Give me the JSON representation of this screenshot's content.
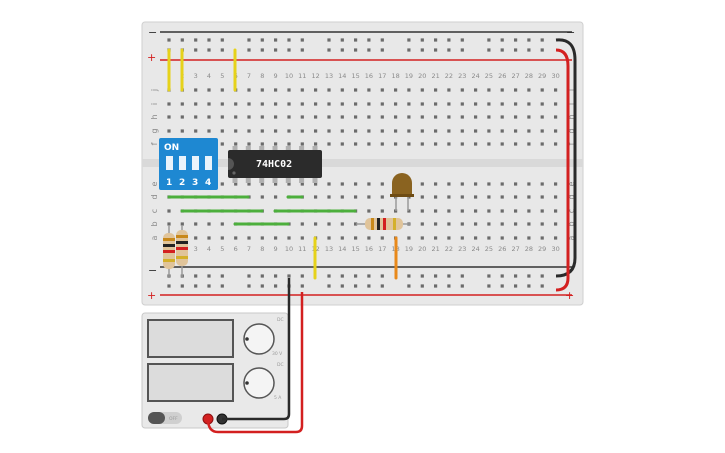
{
  "breadboard": {
    "columns": 30,
    "rows_top": [
      "j",
      "i",
      "h",
      "g",
      "f"
    ],
    "rows_bottom": [
      "e",
      "d",
      "c",
      "b",
      "a"
    ],
    "rail_minus": "−",
    "rail_plus": "+"
  },
  "ic": {
    "label": "74HC02"
  },
  "dip_switch": {
    "on_label": "ON",
    "positions": [
      "1",
      "2",
      "3",
      "4"
    ]
  },
  "power_supply": {
    "voltage_knob_label": "30 V",
    "current_knob_label": "5 A",
    "off_label": "OFF",
    "dc_label": "DC"
  },
  "colors": {
    "board": "#e6e6e6",
    "rail_red": "#d32020",
    "rail_black": "#333333",
    "dip_blue": "#1e88d2",
    "wire_yellow": "#e6d21a",
    "wire_green": "#4caf3c",
    "wire_red": "#d32020",
    "wire_black": "#2a2a2a",
    "wire_orange": "#e8891a"
  }
}
